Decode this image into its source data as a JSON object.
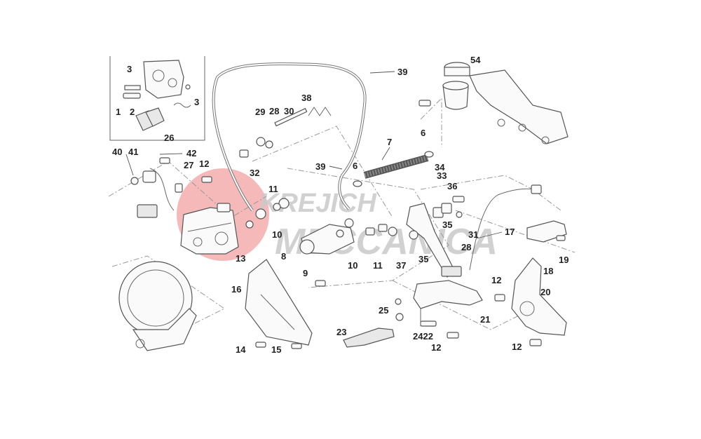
{
  "watermark": {
    "line1": "KREJICH",
    "line2": "MECCANICA",
    "color": "#c9c9c9",
    "logo_color": "#f08a8a"
  },
  "labels": [
    {
      "id": "l-3a",
      "text": "3"
    },
    {
      "id": "l-1",
      "text": "1"
    },
    {
      "id": "l-2",
      "text": "2"
    },
    {
      "id": "l-3b",
      "text": "3"
    },
    {
      "id": "l-26",
      "text": "26"
    },
    {
      "id": "l-39a",
      "text": "39"
    },
    {
      "id": "l-54",
      "text": "54"
    },
    {
      "id": "l-38",
      "text": "38"
    },
    {
      "id": "l-29",
      "text": "29"
    },
    {
      "id": "l-28a",
      "text": "28"
    },
    {
      "id": "l-30",
      "text": "30"
    },
    {
      "id": "l-7",
      "text": "7"
    },
    {
      "id": "l-6a",
      "text": "6"
    },
    {
      "id": "l-40",
      "text": "40"
    },
    {
      "id": "l-41",
      "text": "41"
    },
    {
      "id": "l-42",
      "text": "42"
    },
    {
      "id": "l-27",
      "text": "27"
    },
    {
      "id": "l-12a",
      "text": "12"
    },
    {
      "id": "l-32",
      "text": "32"
    },
    {
      "id": "l-39b",
      "text": "39"
    },
    {
      "id": "l-6b",
      "text": "6"
    },
    {
      "id": "l-34",
      "text": "34"
    },
    {
      "id": "l-33",
      "text": "33"
    },
    {
      "id": "l-36",
      "text": "36"
    },
    {
      "id": "l-11a",
      "text": "11"
    },
    {
      "id": "l-35a",
      "text": "35"
    },
    {
      "id": "l-31",
      "text": "31"
    },
    {
      "id": "l-17",
      "text": "17"
    },
    {
      "id": "l-10a",
      "text": "10"
    },
    {
      "id": "l-28b",
      "text": "28"
    },
    {
      "id": "l-13",
      "text": "13"
    },
    {
      "id": "l-8",
      "text": "8"
    },
    {
      "id": "l-10b",
      "text": "10"
    },
    {
      "id": "l-11b",
      "text": "11"
    },
    {
      "id": "l-37",
      "text": "37"
    },
    {
      "id": "l-35b",
      "text": "35"
    },
    {
      "id": "l-18",
      "text": "18"
    },
    {
      "id": "l-19",
      "text": "19"
    },
    {
      "id": "l-9",
      "text": "9"
    },
    {
      "id": "l-16",
      "text": "16"
    },
    {
      "id": "l-12b",
      "text": "12"
    },
    {
      "id": "l-20",
      "text": "20"
    },
    {
      "id": "l-25",
      "text": "25"
    },
    {
      "id": "l-21",
      "text": "21"
    },
    {
      "id": "l-23",
      "text": "23"
    },
    {
      "id": "l-2422",
      "text": "2422"
    },
    {
      "id": "l-12c",
      "text": "12"
    },
    {
      "id": "l-14",
      "text": "14"
    },
    {
      "id": "l-15",
      "text": "15"
    },
    {
      "id": "l-12d",
      "text": "12"
    }
  ]
}
